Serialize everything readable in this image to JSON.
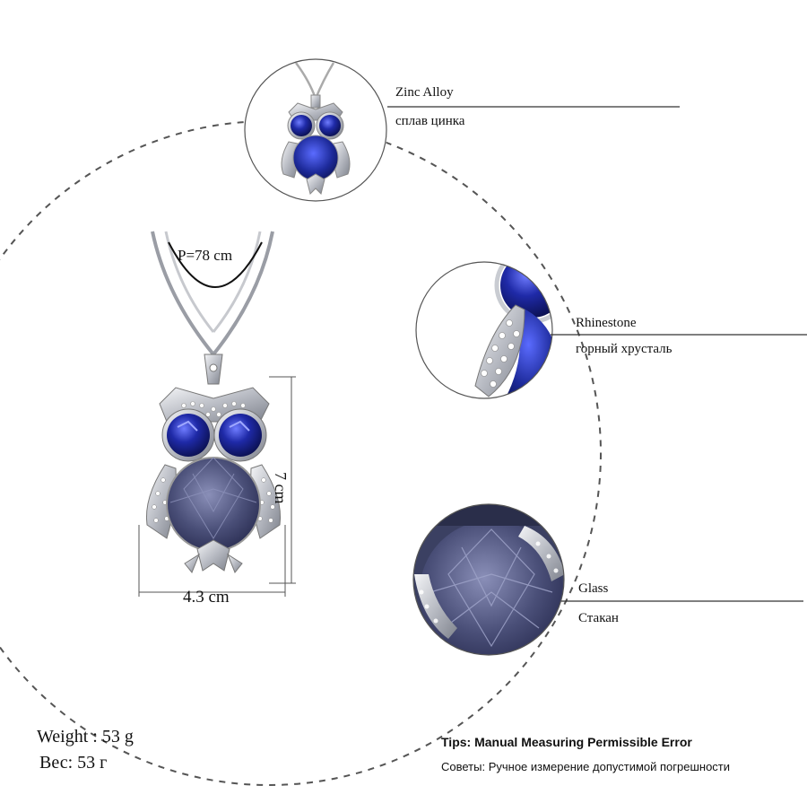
{
  "length_label": "P=78 cm",
  "height_label": "7 cm",
  "width_label": "4.3 cm",
  "callouts": [
    {
      "title": "Zinc Alloy",
      "subtitle": "сплав цинка"
    },
    {
      "title": "Rhinestone",
      "subtitle": "горный хрусталь"
    },
    {
      "title": "Glass",
      "subtitle": "Стакан"
    }
  ],
  "weight": {
    "en": "Weight : 53 g",
    "ru": "Вес: 53 г"
  },
  "tips": {
    "en": "Tips: Manual Measuring Permissible Error",
    "ru": "Советы: Ручное измерение допустимой погрешности"
  },
  "colors": {
    "gem_blue": "#1f2aa8",
    "belly_glass": "#4a4f78",
    "silver": "#c9ccd2",
    "line": "#333333"
  }
}
